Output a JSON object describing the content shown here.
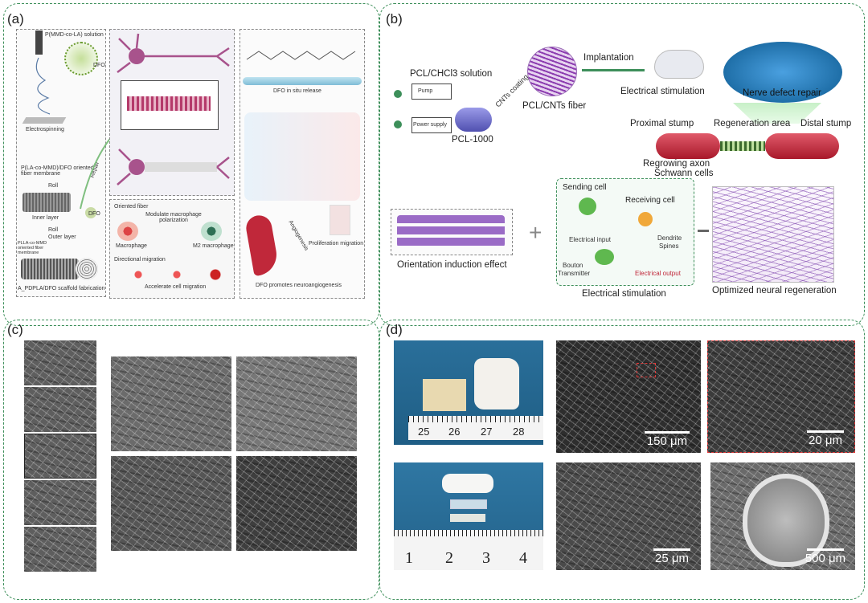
{
  "panels": {
    "a": "(a)",
    "b": "(b)",
    "c": "(c)",
    "d": "(d)"
  },
  "panel_a": {
    "solution": "P(MMD-co-LA) solution",
    "dfo": "DFO",
    "electrospinning": "Electrospinning",
    "membrane": "P(LA-co-MMD)/DFO oriented fiber membrane",
    "roll1": "Roll",
    "inner": "Inner layer",
    "dfo2": "DFO",
    "roll2": "Roll",
    "outer": "Outer layer",
    "plla": "PLLA-co-MMD oriented fiber membrane",
    "scaffold": "A_PDPLA/DFO scaffold fabrication",
    "repair": "Repair",
    "oriented_fiber": "Oriented fiber",
    "modulate": "Modulate macrophage polarization",
    "macrophage": "Macrophage",
    "m2": "M2 macrophage",
    "directional": "Directional migration",
    "accelerate": "Accelerate cell migration",
    "insitu": "DFO in situ release",
    "prolif": "Proliferation migration",
    "angio": "Angiogenesis",
    "promotes": "DFO promotes neuroangiogenesis"
  },
  "panel_b": {
    "solution": "PCL/CHCl3 solution",
    "pump": "Pump",
    "power": "Power supply",
    "pcl1000": "PCL-1000",
    "coating": "CNTs coating",
    "fiber": "PCL/CNTs fiber",
    "implant": "Implantation",
    "estim": "Electrical stimulation",
    "defect": "Nerve defect repair",
    "proximal": "Proximal stump",
    "regen_area": "Regeneration area",
    "distal": "Distal stump",
    "regrowing": "Regrowing axon",
    "schwann": "Schwann cells",
    "orientation": "Orientation induction effect",
    "plus": "+",
    "sending": "Sending cell",
    "receiving": "Receiving cell",
    "einput": "Electrical input",
    "dendrite": "Dendrite",
    "spines": "Spines",
    "bouton": "Bouton",
    "transmitter": "Transmitter",
    "eoutput": "Electrical output",
    "estim2": "Electrical stimulation",
    "optimized": "Optimized neural regeneration"
  },
  "panel_d": {
    "ruler_top": [
      "25",
      "26",
      "27",
      "28"
    ],
    "ruler_bottom": [
      "1",
      "2",
      "3",
      "4"
    ],
    "scale_150": "150 μm",
    "scale_20": "20 μm",
    "scale_25": "25 μm",
    "scale_500": "500 μm"
  },
  "colors": {
    "border": "#3d8f5a",
    "nerve_red": "#c0283a",
    "purple": "#7d4fa8",
    "bg_blue": "#1f6fa8"
  }
}
